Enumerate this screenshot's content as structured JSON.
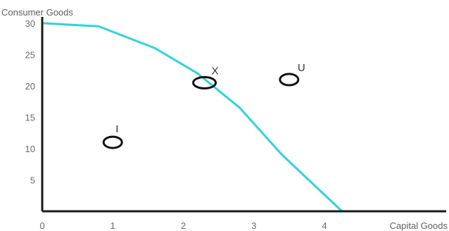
{
  "chart_data": {
    "type": "line",
    "ylabel": "Consumer Goods",
    "xlabel": "Capital Goods",
    "xlim": [
      0,
      4.25
    ],
    "ylim": [
      0,
      31
    ],
    "x_ticks": [
      {
        "value": 0,
        "label": "0"
      },
      {
        "value": 1,
        "label": "1"
      },
      {
        "value": 2,
        "label": "2"
      },
      {
        "value": 3,
        "label": "3"
      },
      {
        "value": 4,
        "label": "4"
      }
    ],
    "y_ticks": [
      {
        "value": 5,
        "label": "5"
      },
      {
        "value": 10,
        "label": "10"
      },
      {
        "value": 15,
        "label": "15"
      },
      {
        "value": 20,
        "label": "20"
      },
      {
        "value": 25,
        "label": "25"
      },
      {
        "value": 30,
        "label": "30"
      }
    ],
    "grid": false,
    "colors": {
      "curve": "#2fd3dc",
      "axis": "#1a1a1a",
      "marker": "#111111"
    },
    "series": [
      {
        "x": [
          0,
          0.8,
          1.6,
          2.2,
          2.8,
          3.4,
          4.25
        ],
        "y": [
          30,
          29.5,
          26,
          22,
          16.5,
          9,
          0
        ]
      }
    ],
    "points": [
      {
        "label": "I",
        "x": 1.0,
        "y": 11
      },
      {
        "label": "X",
        "x": 2.3,
        "y": 20.5
      },
      {
        "label": "U",
        "x": 3.5,
        "y": 21
      }
    ]
  }
}
